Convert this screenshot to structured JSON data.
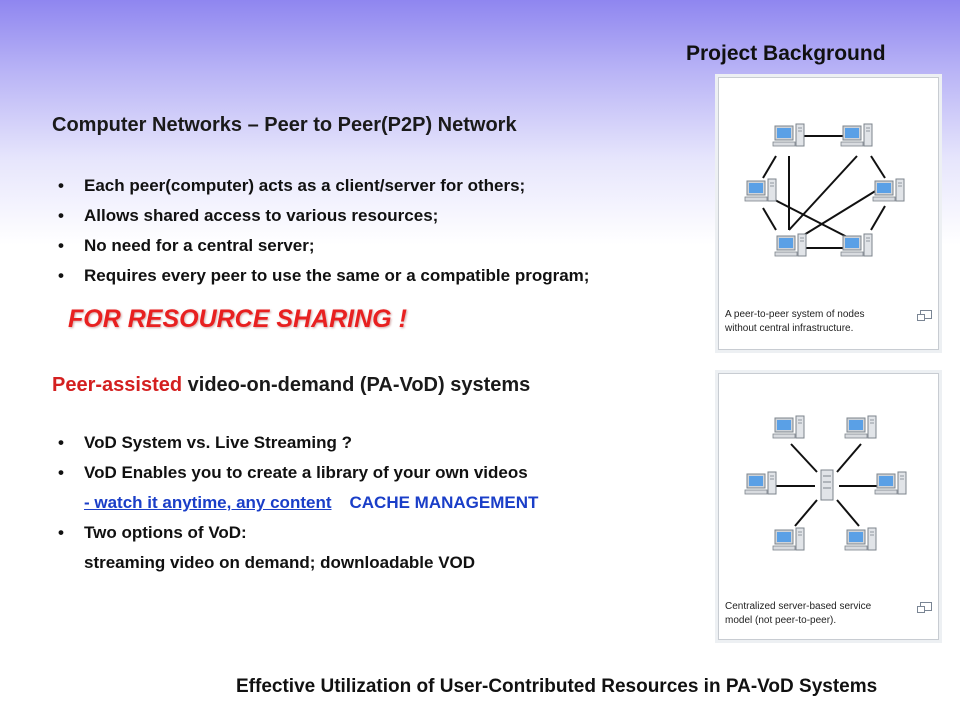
{
  "header": {
    "title": "Project Background"
  },
  "section1": {
    "title": "Computer Networks – Peer to Peer(P2P) Network",
    "bullets": [
      "Each peer(computer) acts as a client/server for others;",
      "Allows shared access to various resources;",
      "No need for a central server;",
      "Requires every peer to use the same or a compatible program;"
    ]
  },
  "slogan": "FOR RESOURCE SHARING !",
  "section2": {
    "title_highlight": "Peer-assisted",
    "title_rest": " video-on-demand (PA-VoD) systems",
    "bullet1": "VoD System vs. Live Streaming ?",
    "bullet2": "VoD Enables you to create a library of your own videos",
    "bullet2_link": "- watch it anytime, any content",
    "bullet2_note": "CACHE MANAGEMENT",
    "bullet3": "Two options of VoD:",
    "bullet3_detail": "streaming video on demand; downloadable VOD"
  },
  "figure1": {
    "caption_line1": "A peer-to-peer system of nodes",
    "caption_line2": "without central infrastructure."
  },
  "figure2": {
    "caption_line1": "Centralized server-based service",
    "caption_line2": "model (not peer-to-peer)."
  },
  "footer": {
    "text": "Effective Utilization of User-Contributed Resources in PA-VoD Systems"
  },
  "colors": {
    "accent_red": "#e82020",
    "link_blue": "#1a3ec8"
  }
}
